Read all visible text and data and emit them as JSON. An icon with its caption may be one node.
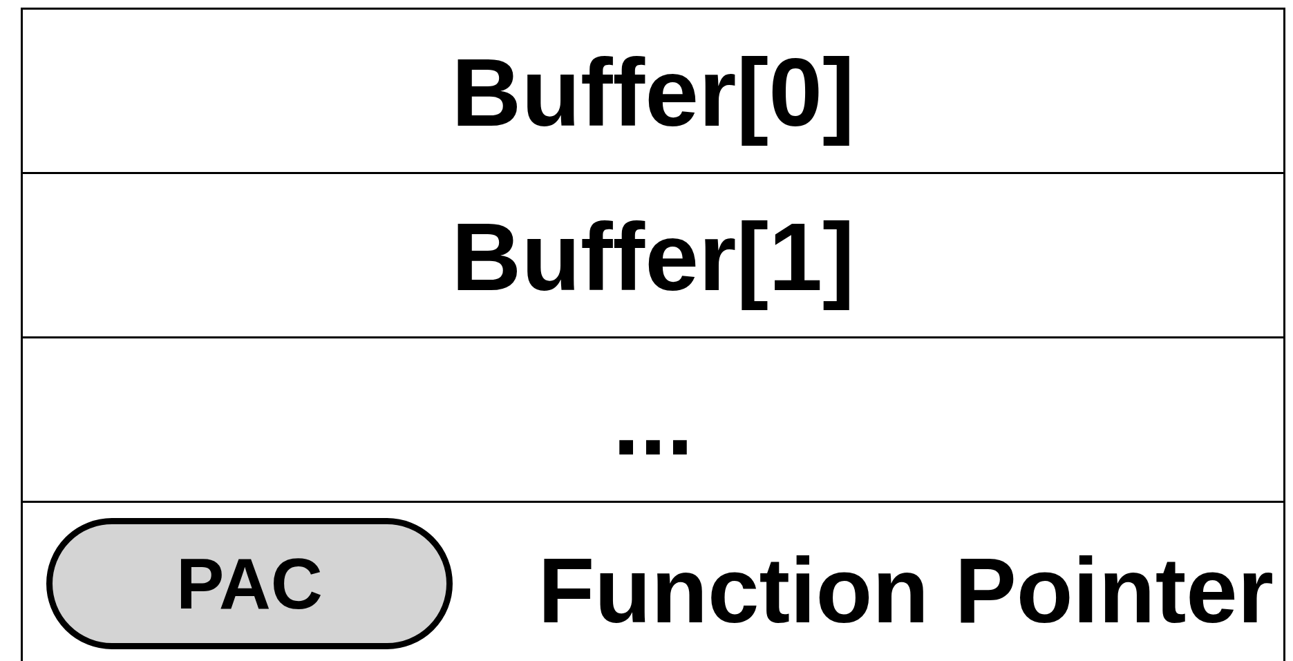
{
  "diagram": {
    "nodes": [
      {
        "text": [
          "Buffer[0]"
        ]
      },
      {
        "text": [
          "Buffer[1]"
        ]
      },
      {
        "text": [
          "..."
        ]
      },
      {
        "text": [
          "Function Pointer"
        ]
      },
      {
        "text": [
          "PAC"
        ],
        "in": 3
      }
    ]
  }
}
